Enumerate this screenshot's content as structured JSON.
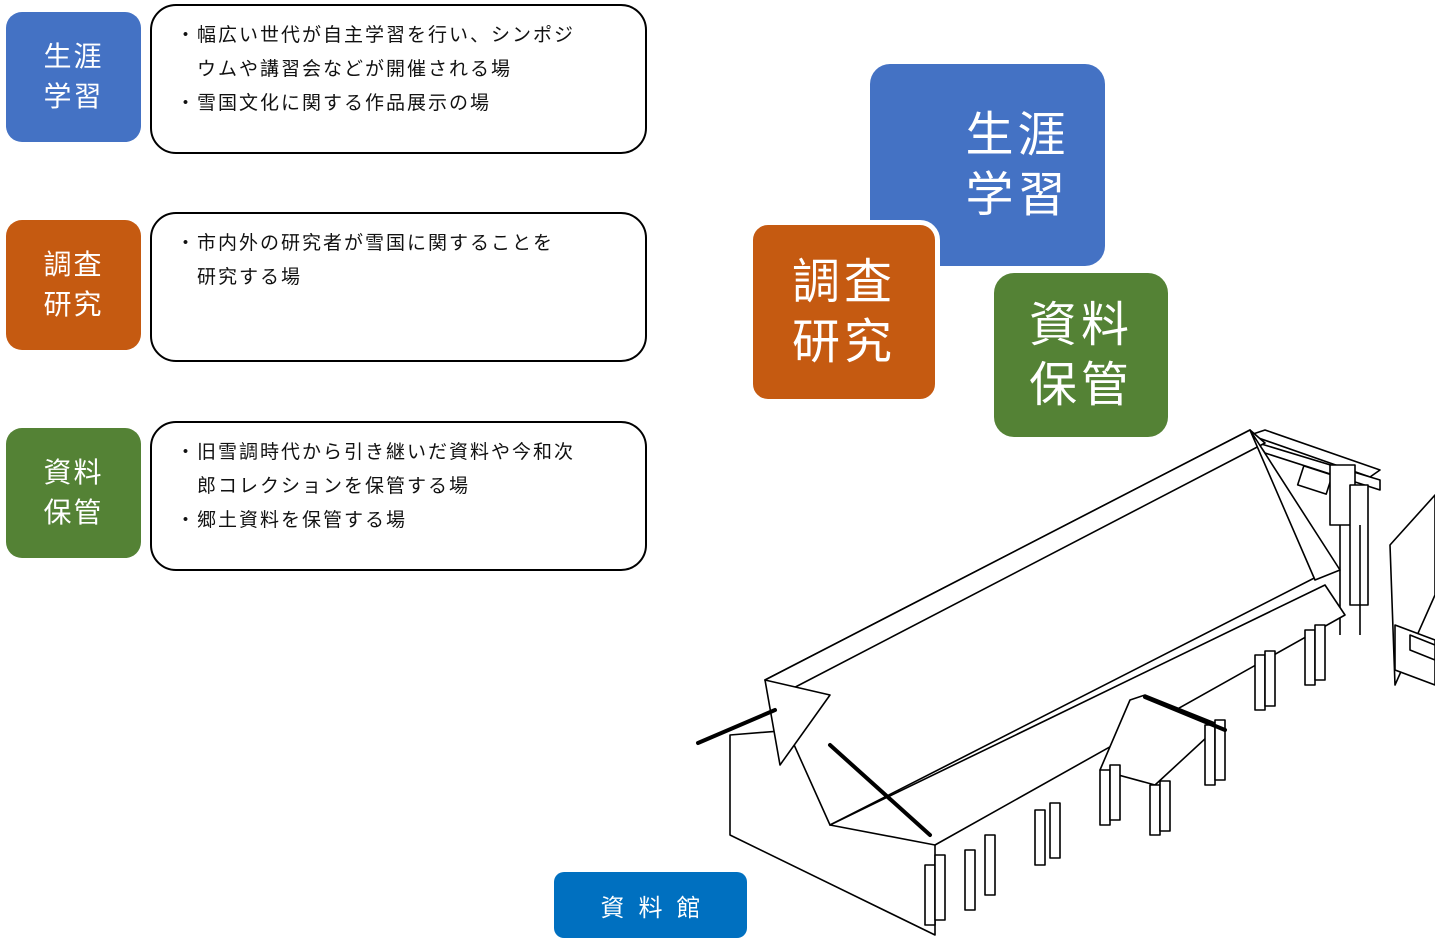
{
  "rows": [
    {
      "label_lines": [
        "生涯",
        "学習"
      ],
      "color": "#4472c4",
      "lines": [
        "・幅広い世代が自主学習を行い、シンポジ",
        "　ウムや講習会などが開催される場",
        "・雪国文化に関する作品展示の場"
      ]
    },
    {
      "label_lines": [
        "調査",
        "研究"
      ],
      "color": "#c55a11",
      "lines": [
        "・市内外の研究者が雪国に関することを",
        "　研究する場"
      ]
    },
    {
      "label_lines": [
        "資料",
        "保管"
      ],
      "color": "#548235",
      "lines": [
        "・旧雪調時代から引き継いだ資料や今和次",
        "　郎コレクションを保管する場",
        "・郷土資料を保管する場"
      ]
    }
  ],
  "right_boxes": {
    "lifelong": {
      "lines": [
        "生涯",
        "学習"
      ],
      "color": "#4472c4"
    },
    "research": {
      "lines": [
        "調査",
        "研究"
      ],
      "color": "#c55a11"
    },
    "storage": {
      "lines": [
        "資料",
        "保管"
      ],
      "color": "#548235"
    }
  },
  "caption": {
    "text": "資料館",
    "color": "#0070c0"
  }
}
